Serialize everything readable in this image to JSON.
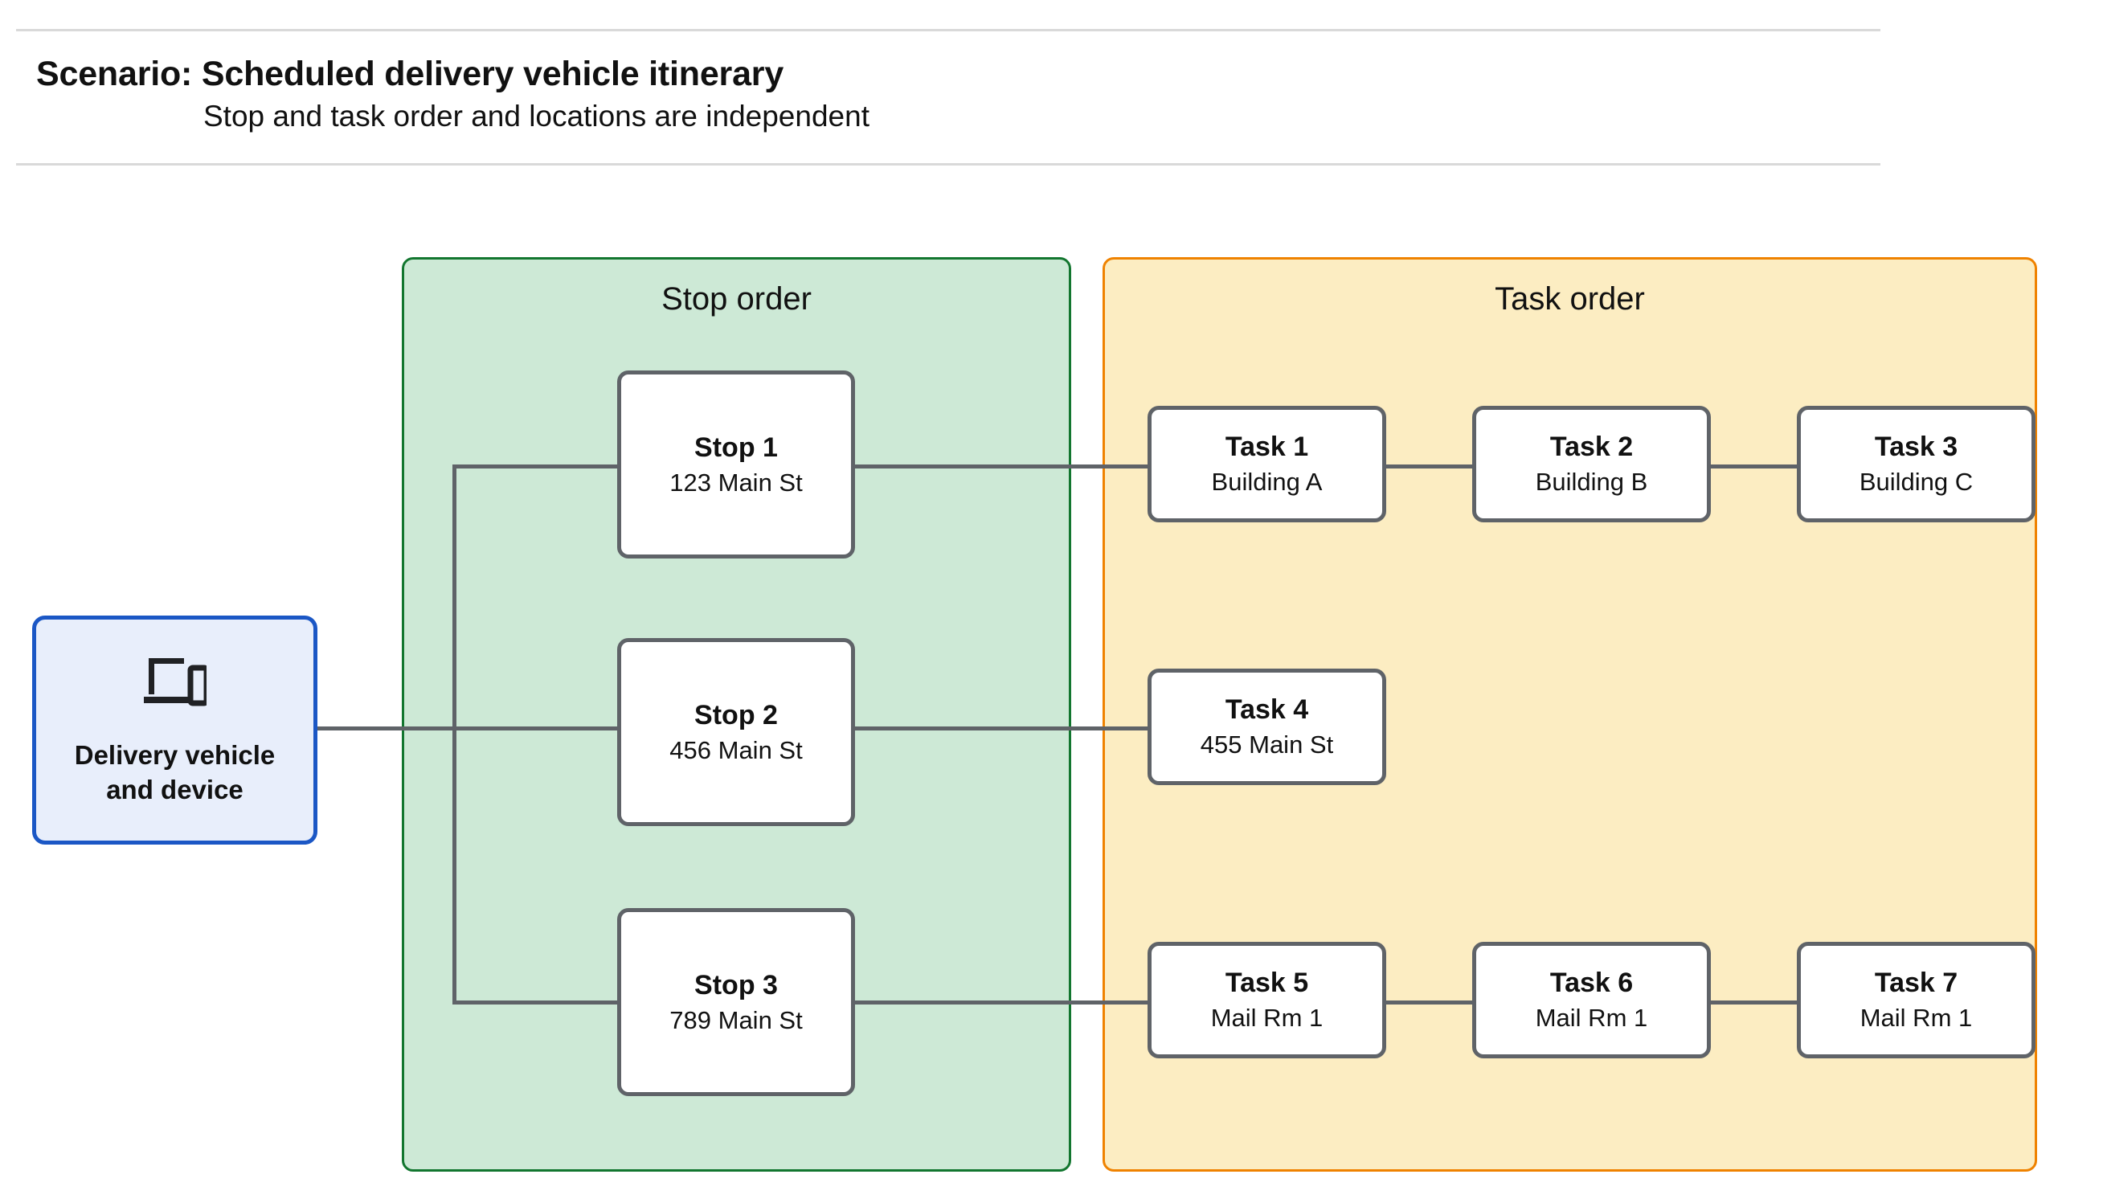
{
  "header": {
    "title": "Scenario: Scheduled delivery vehicle itinerary",
    "subtitle": "Stop and task order and locations are independent"
  },
  "colors": {
    "stop_group_fill": "#cde9d6",
    "stop_group_border": "#12762f",
    "task_group_fill": "#fcedc2",
    "task_group_border": "#ef8200",
    "device_fill": "#e8eefb",
    "device_border": "#1b57c5",
    "node_border": "#5f6368",
    "connector": "#5f6368",
    "rule": "#d9d9d9"
  },
  "device": {
    "icon": "devices-icon",
    "label_line1": "Delivery vehicle",
    "label_line2": "and device"
  },
  "stop_group": {
    "title": "Stop order",
    "nodes": [
      {
        "title": "Stop 1",
        "subtitle": "123 Main St"
      },
      {
        "title": "Stop 2",
        "subtitle": "456 Main St"
      },
      {
        "title": "Stop 3",
        "subtitle": "789 Main St"
      }
    ]
  },
  "task_group": {
    "title": "Task order",
    "rows": [
      [
        {
          "title": "Task 1",
          "subtitle": "Building A"
        },
        {
          "title": "Task 2",
          "subtitle": "Building B"
        },
        {
          "title": "Task 3",
          "subtitle": "Building C"
        }
      ],
      [
        {
          "title": "Task 4",
          "subtitle": "455 Main St"
        }
      ],
      [
        {
          "title": "Task 5",
          "subtitle": "Mail Rm 1"
        },
        {
          "title": "Task 6",
          "subtitle": "Mail Rm 1"
        },
        {
          "title": "Task 7",
          "subtitle": "Mail Rm 1"
        }
      ]
    ]
  }
}
